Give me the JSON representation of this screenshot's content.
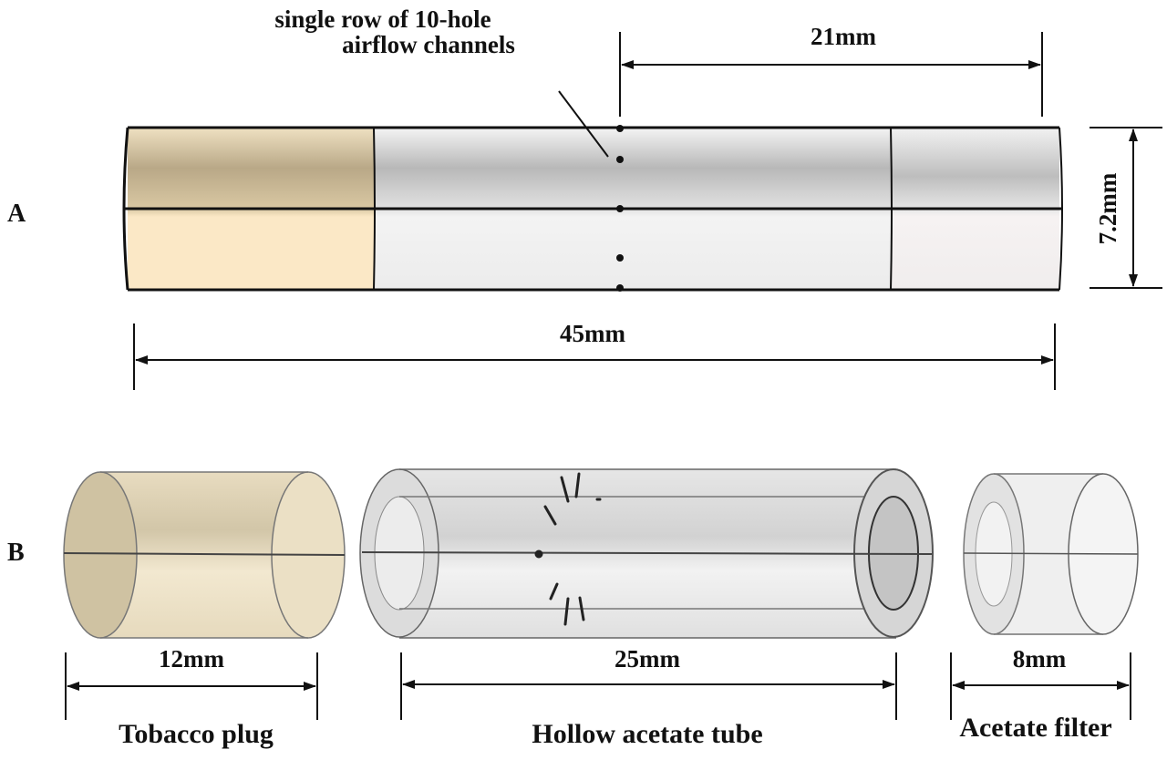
{
  "panel_labels": {
    "a": "A",
    "b": "B"
  },
  "callout": {
    "line1": "single row of 10-hole",
    "line2": "airflow channels"
  },
  "dimensions": {
    "hole_distance": "21mm",
    "diameter": "7.2mm",
    "total_length": "45mm",
    "tobacco_plug_length": "12mm",
    "hollow_tube_length": "25mm",
    "filter_length": "8mm"
  },
  "components": {
    "tobacco_plug": "Tobacco plug",
    "hollow_tube": "Hollow acetate tube",
    "acetate_filter": "Acetate filter"
  },
  "colors": {
    "tobacco": "#f2e2bf",
    "tube": "#e4e4e4",
    "outline": "#111111"
  }
}
